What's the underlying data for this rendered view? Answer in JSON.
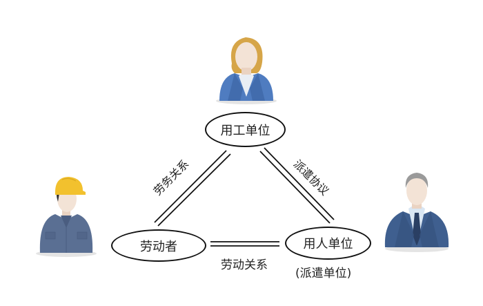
{
  "diagram": {
    "nodes": {
      "top": {
        "label": "用工单位",
        "icon": "businesswoman-icon"
      },
      "left": {
        "label": "劳动者",
        "icon": "construction-worker-icon"
      },
      "right": {
        "label": "用人单位",
        "sublabel": "(派遣单位)",
        "icon": "businessman-icon"
      }
    },
    "edges": {
      "left_top": {
        "label": "劳务关系",
        "style": "double-line"
      },
      "right_top": {
        "label": "派遣协议",
        "style": "double-line"
      },
      "left_right": {
        "label": "劳动关系",
        "style": "double-line"
      }
    },
    "colors": {
      "line": "#111111",
      "suit_blue": "#3f5f8f",
      "blazer_blue": "#4f7cc0",
      "worker_shirt": "#5a6f93",
      "helmet_yellow": "#f2c12e",
      "hair_blonde": "#d6a548",
      "hair_gray": "#9a9a9a",
      "skin": "#f3e3d6"
    }
  }
}
